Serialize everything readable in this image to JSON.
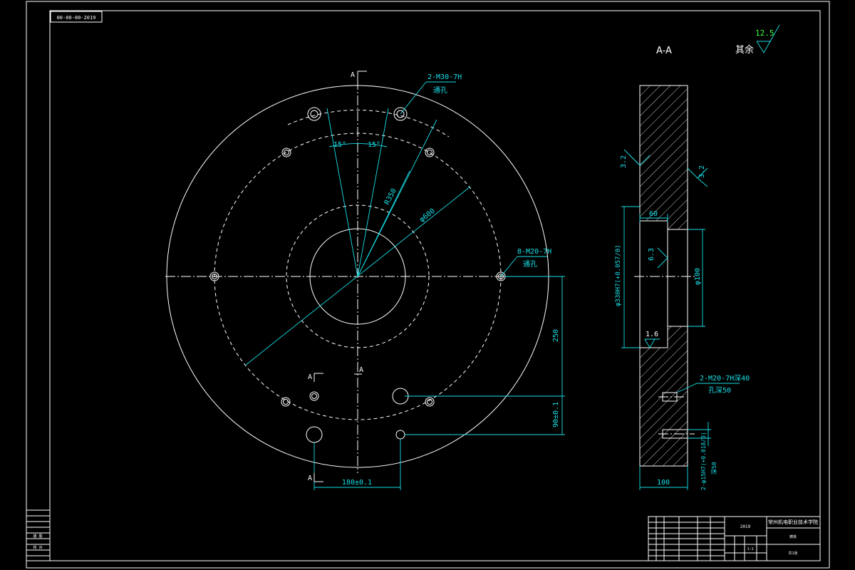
{
  "drawing_code": "00-00-00-2019",
  "section_label": "A-A",
  "section_marker": "A",
  "surface_finish": {
    "remaining_label": "其余",
    "remaining_value": "12.5",
    "side_top_left": "3.2",
    "side_top_right": "3.2",
    "bore_face": "6.3",
    "bore_bottom": "1.6"
  },
  "front_view": {
    "callout_top_holes": "2-M30-7H",
    "callout_top_holes_note": "通孔",
    "callout_side_holes": "8-M20-7H",
    "callout_side_holes_note": "通孔",
    "angle_left": "15°",
    "angle_right": "15°",
    "radius_label": "R350",
    "diameter_label": "φ600",
    "dim_vertical_250": "250",
    "dim_vertical_offset": "90±0.1",
    "dim_horizontal": "180±0.1"
  },
  "section_view": {
    "dim_60": "60",
    "dim_bore_depth": "φ330H7(+0.057/0)",
    "dim_phi100": "φ100",
    "dim_100": "100",
    "callout_tapped": "2-M20-7H深40",
    "callout_tapped_note": "孔深50",
    "dim_pin_hole": "2-φ15H7(+0.018/0)",
    "dim_pin_depth": "深50"
  },
  "title_block": {
    "school": "常州机电职业技术学院",
    "part_name": "2019",
    "material": "铸铁",
    "scale": "1:1",
    "sheet": "共1张"
  },
  "left_strip": {
    "cell_top": "描 图",
    "cell_bottom": "校 对"
  }
}
